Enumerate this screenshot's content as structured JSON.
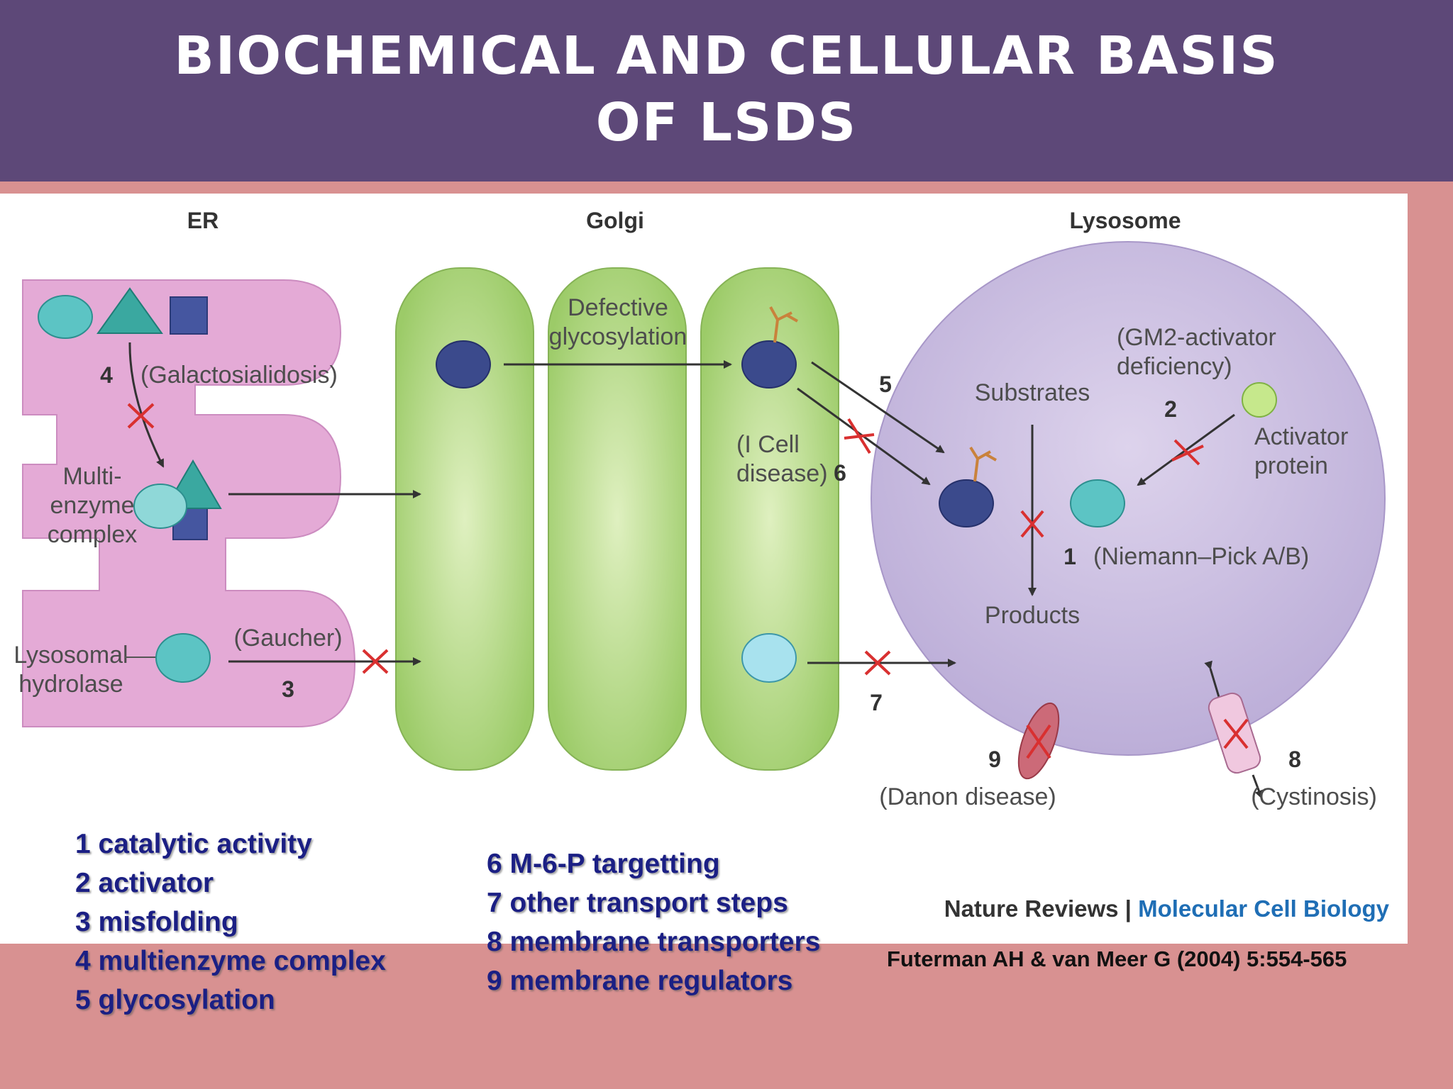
{
  "slide": {
    "title": "BIOCHEMICAL AND CELLULAR BASIS\nOF LSDS"
  },
  "figure": {
    "headers": {
      "er": "ER",
      "golgi": "Golgi",
      "lysosome": "Lysosome"
    },
    "labels": {
      "galactosialidosis": "(Galactosialidosis)",
      "multi_line1": "Multi-",
      "multi_line2": "enzyme",
      "multi_line3": "complex",
      "lysosomal_line1": "Lysosomal",
      "lysosomal_line2": "hydrolase",
      "gaucher": "(Gaucher)",
      "defective_line1": "Defective",
      "defective_line2": "glycosylation",
      "icell_line1": "(I Cell",
      "icell_line2": "disease)",
      "gm2_line1": "(GM2-activator",
      "gm2_line2": "deficiency)",
      "substrates": "Substrates",
      "activator_line1": "Activator",
      "activator_line2": "protein",
      "niemann": "(Niemann–Pick A/B)",
      "products": "Products",
      "danon": "(Danon disease)",
      "cystinosis": "(Cystinosis)"
    },
    "numbers": {
      "n1": "1",
      "n2": "2",
      "n3": "3",
      "n4": "4",
      "n5": "5",
      "n6": "6",
      "n7": "7",
      "n8": "8",
      "n9": "9"
    },
    "credit_journal": "Nature Reviews",
    "credit_separator": " | ",
    "credit_subject": "Molecular Cell Biology",
    "colors": {
      "er": "#e3a9d3",
      "golgi": "#a9d27a",
      "lysosome": "#cdc0e0",
      "enzyme_dark": "#3b4a8c",
      "enzyme_teal": "#5cc4c4",
      "inhibition": "#d93030",
      "credit_blue": "#1f6eb5"
    }
  },
  "legend_left": [
    "1 catalytic activity",
    "2 activator",
    "3 misfolding",
    "4 multienzyme complex",
    "5 glycosylation"
  ],
  "legend_right": [
    "6 M-6-P targetting",
    "7 other transport steps",
    "8 membrane transporters",
    "9 membrane regulators"
  ],
  "citation": "Futerman AH & van Meer G (2004) 5:554-565"
}
